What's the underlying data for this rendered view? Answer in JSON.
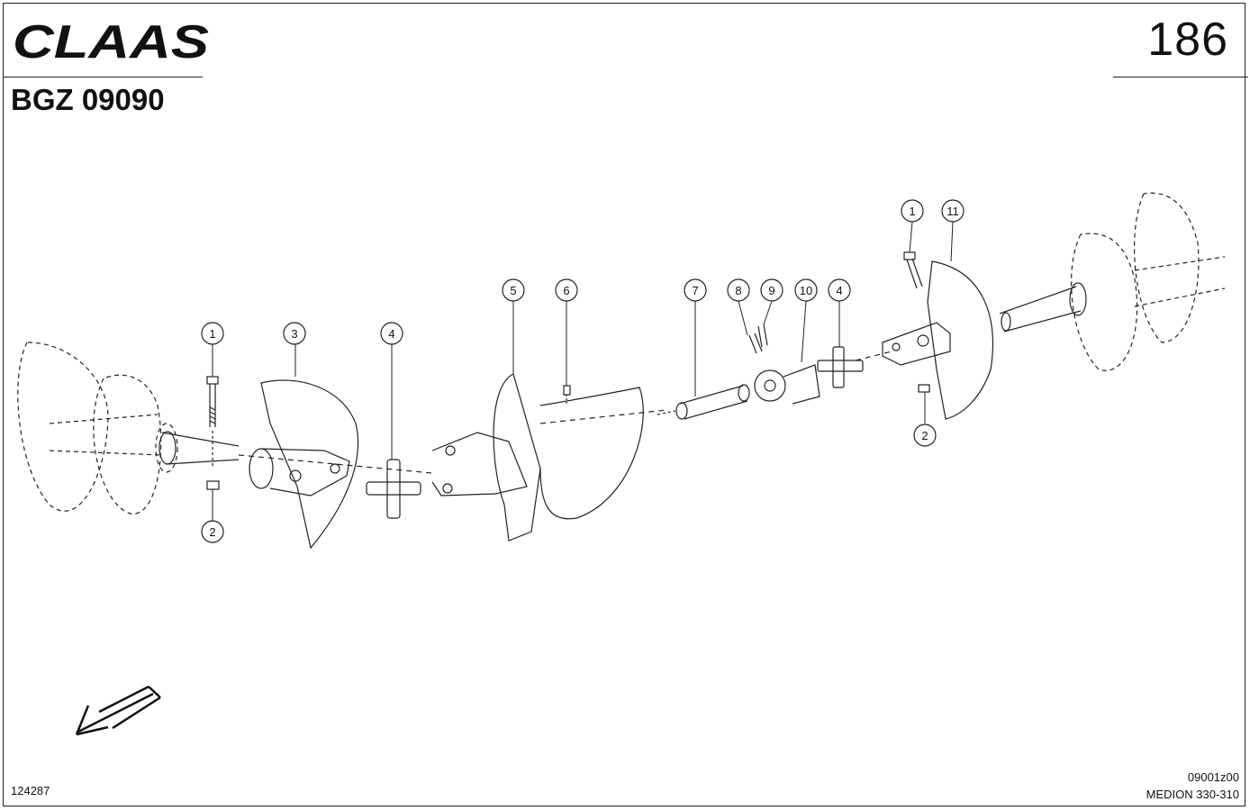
{
  "header": {
    "brand": "CLAAS",
    "page_number": "186",
    "doc_code": "BGZ 09090"
  },
  "callouts": [
    {
      "number": "1"
    },
    {
      "number": "3"
    },
    {
      "number": "4"
    },
    {
      "number": "2"
    },
    {
      "number": "5"
    },
    {
      "number": "6"
    },
    {
      "number": "7"
    },
    {
      "number": "8"
    },
    {
      "number": "9"
    },
    {
      "number": "10"
    },
    {
      "number": "4"
    },
    {
      "number": "1"
    },
    {
      "number": "11"
    },
    {
      "number": "2"
    }
  ],
  "footer": {
    "figure_id": "124287",
    "drawing_ref": "09001z00",
    "model": "MEDION 330-310"
  }
}
